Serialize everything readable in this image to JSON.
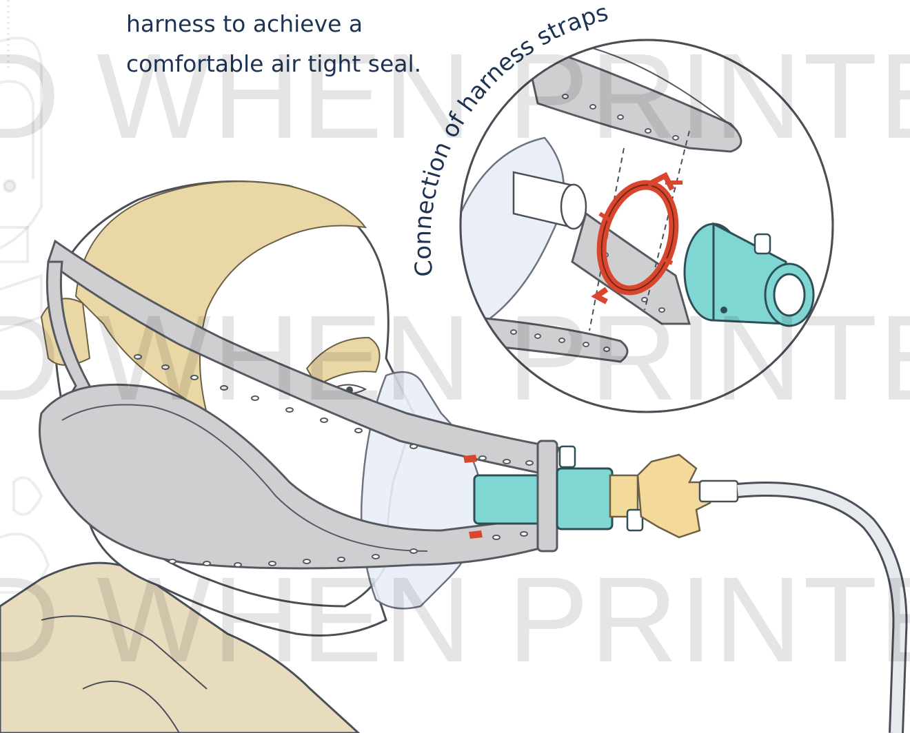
{
  "instruction": {
    "line1": "harness to achieve a",
    "line2": "comfortable air tight seal."
  },
  "inset": {
    "label": "Connection of harness straps"
  },
  "watermark": {
    "text": "D WHEN PRINTED"
  },
  "colors": {
    "text": "#1e3352",
    "strap": "#cfcfd1",
    "strap_outline": "#555a61",
    "hair": "#e9d7a6",
    "shirt": "#e8dcbf",
    "mask": "#e9eef7",
    "connector": "#7fd6d3",
    "connector_dark": "#2aa9a6",
    "clip": "#d9462e",
    "fitting": "#f3d99a",
    "tube": "#e6e9ee"
  }
}
